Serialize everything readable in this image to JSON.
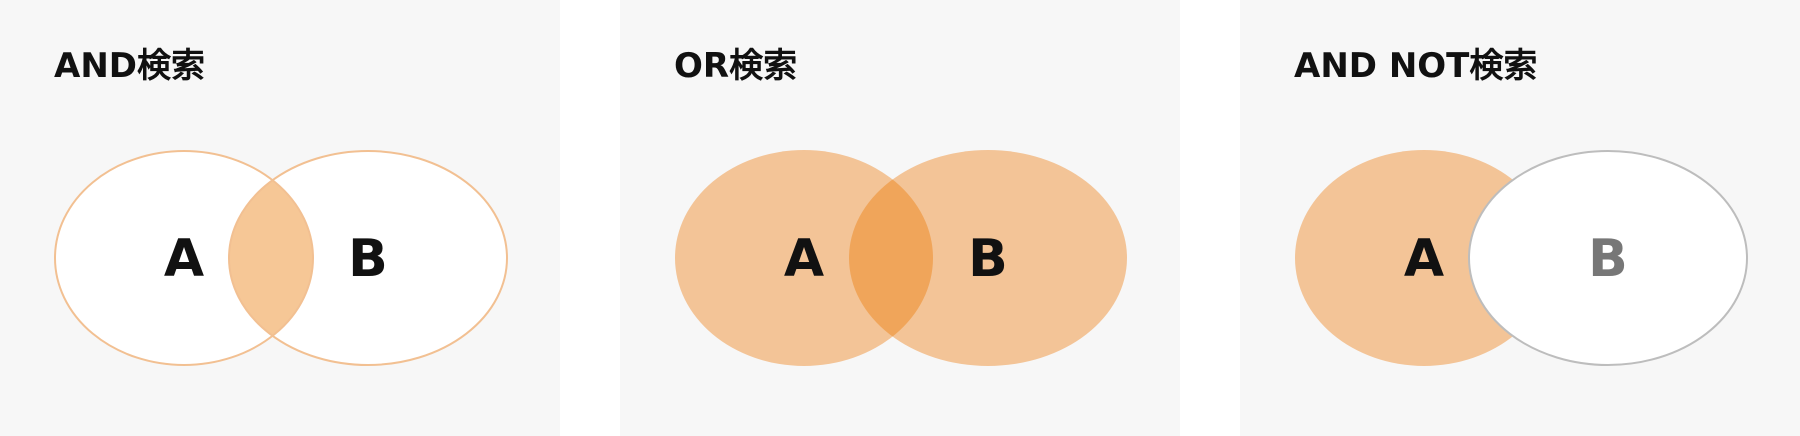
{
  "colors": {
    "panel_background": "#f7f7f7",
    "page_background": "#ffffff",
    "fill_orange": "#f3c497",
    "overlap_orange": "#f0a55a",
    "and_overlap": "#f6c796",
    "outline_orange": "#f2c092",
    "outline_gray": "#bdbdbd",
    "excluded_fill": "#ffffff",
    "label_dark": "#111111",
    "label_muted": "#777777"
  },
  "panels": [
    {
      "id": "and",
      "title": "AND検索",
      "label_a": "A",
      "label_b": "B"
    },
    {
      "id": "or",
      "title": "OR検索",
      "label_a": "A",
      "label_b": "B"
    },
    {
      "id": "andnot",
      "title": "AND NOT検索",
      "label_a": "A",
      "label_b": "B"
    }
  ]
}
